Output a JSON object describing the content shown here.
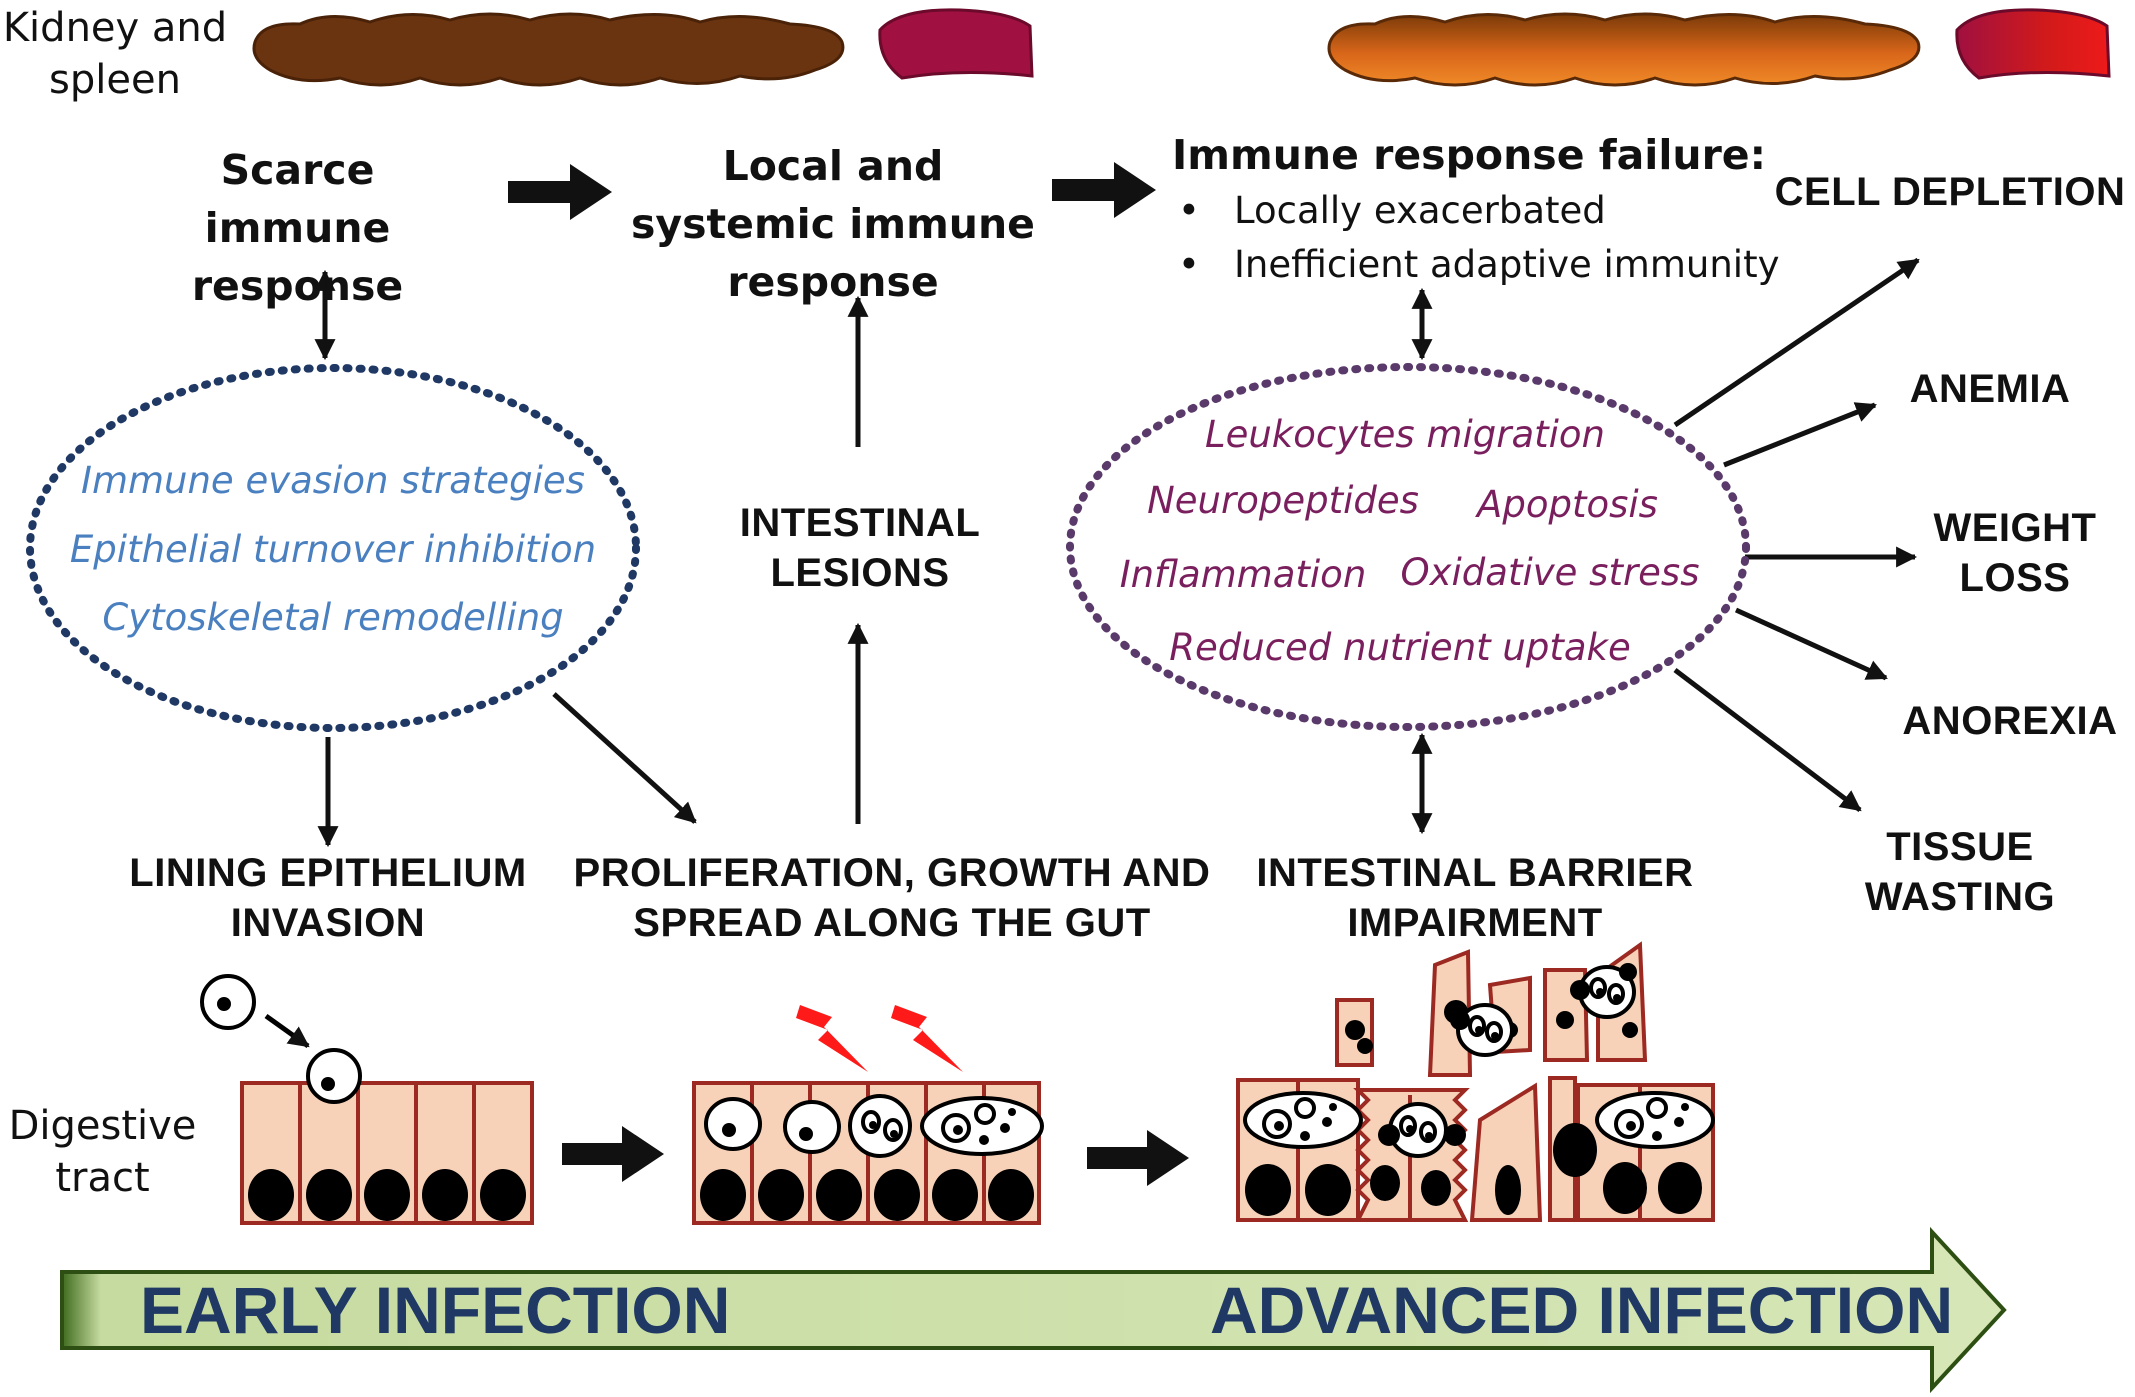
{
  "top_row": {
    "kidney_spleen": "Kidney and spleen",
    "scarce": "Scarce immune response",
    "local_systemic": "Local and systemic immune response",
    "failure_title": "Immune response failure:",
    "failure_bullets": [
      "Locally exacerbated",
      "Inefficient adaptive immunity"
    ]
  },
  "left_ellipse": {
    "items": [
      "Immune evasion strategies",
      "Epithelial turnover inhibition",
      "Cytoskeletal remodelling"
    ]
  },
  "center": {
    "lesions": "INTESTINAL LESIONS"
  },
  "right_ellipse": {
    "migration": "Leukocytes migration",
    "neuropeptides": "Neuropeptides",
    "apoptosis": "Apoptosis",
    "inflammation": "Inflammation",
    "oxidative": "Oxidative stress",
    "nutrient": "Reduced nutrient uptake"
  },
  "outcomes": {
    "cell_depletion": "CELL DEPLETION",
    "anemia": "ANEMIA",
    "weight_loss": "WEIGHT LOSS",
    "anorexia": "ANOREXIA",
    "tissue_wasting": "TISSUE WASTING"
  },
  "stages": {
    "lining": "LINING EPITHELIUM INVASION",
    "proliferation": "PROLIFERATION, GROWTH AND SPREAD ALONG THE GUT",
    "barrier": "INTESTINAL BARRIER IMPAIRMENT",
    "digestive": "Digestive tract"
  },
  "timeline": {
    "early": "EARLY INFECTION",
    "advanced": "ADVANCED INFECTION"
  },
  "colors": {
    "cell_fill": "#f8d2b8",
    "cell_border": "#9c2a22",
    "spleen": "#a01040",
    "kidney_dark": "#6b3410",
    "kidney_orange": "#e27b20",
    "blue_dots": "#1f3864",
    "purple_dots": "#5a3a6a",
    "banner_fill": "#c6dba0",
    "banner_text": "#1f3864",
    "bolt": "#ff1a1a"
  }
}
